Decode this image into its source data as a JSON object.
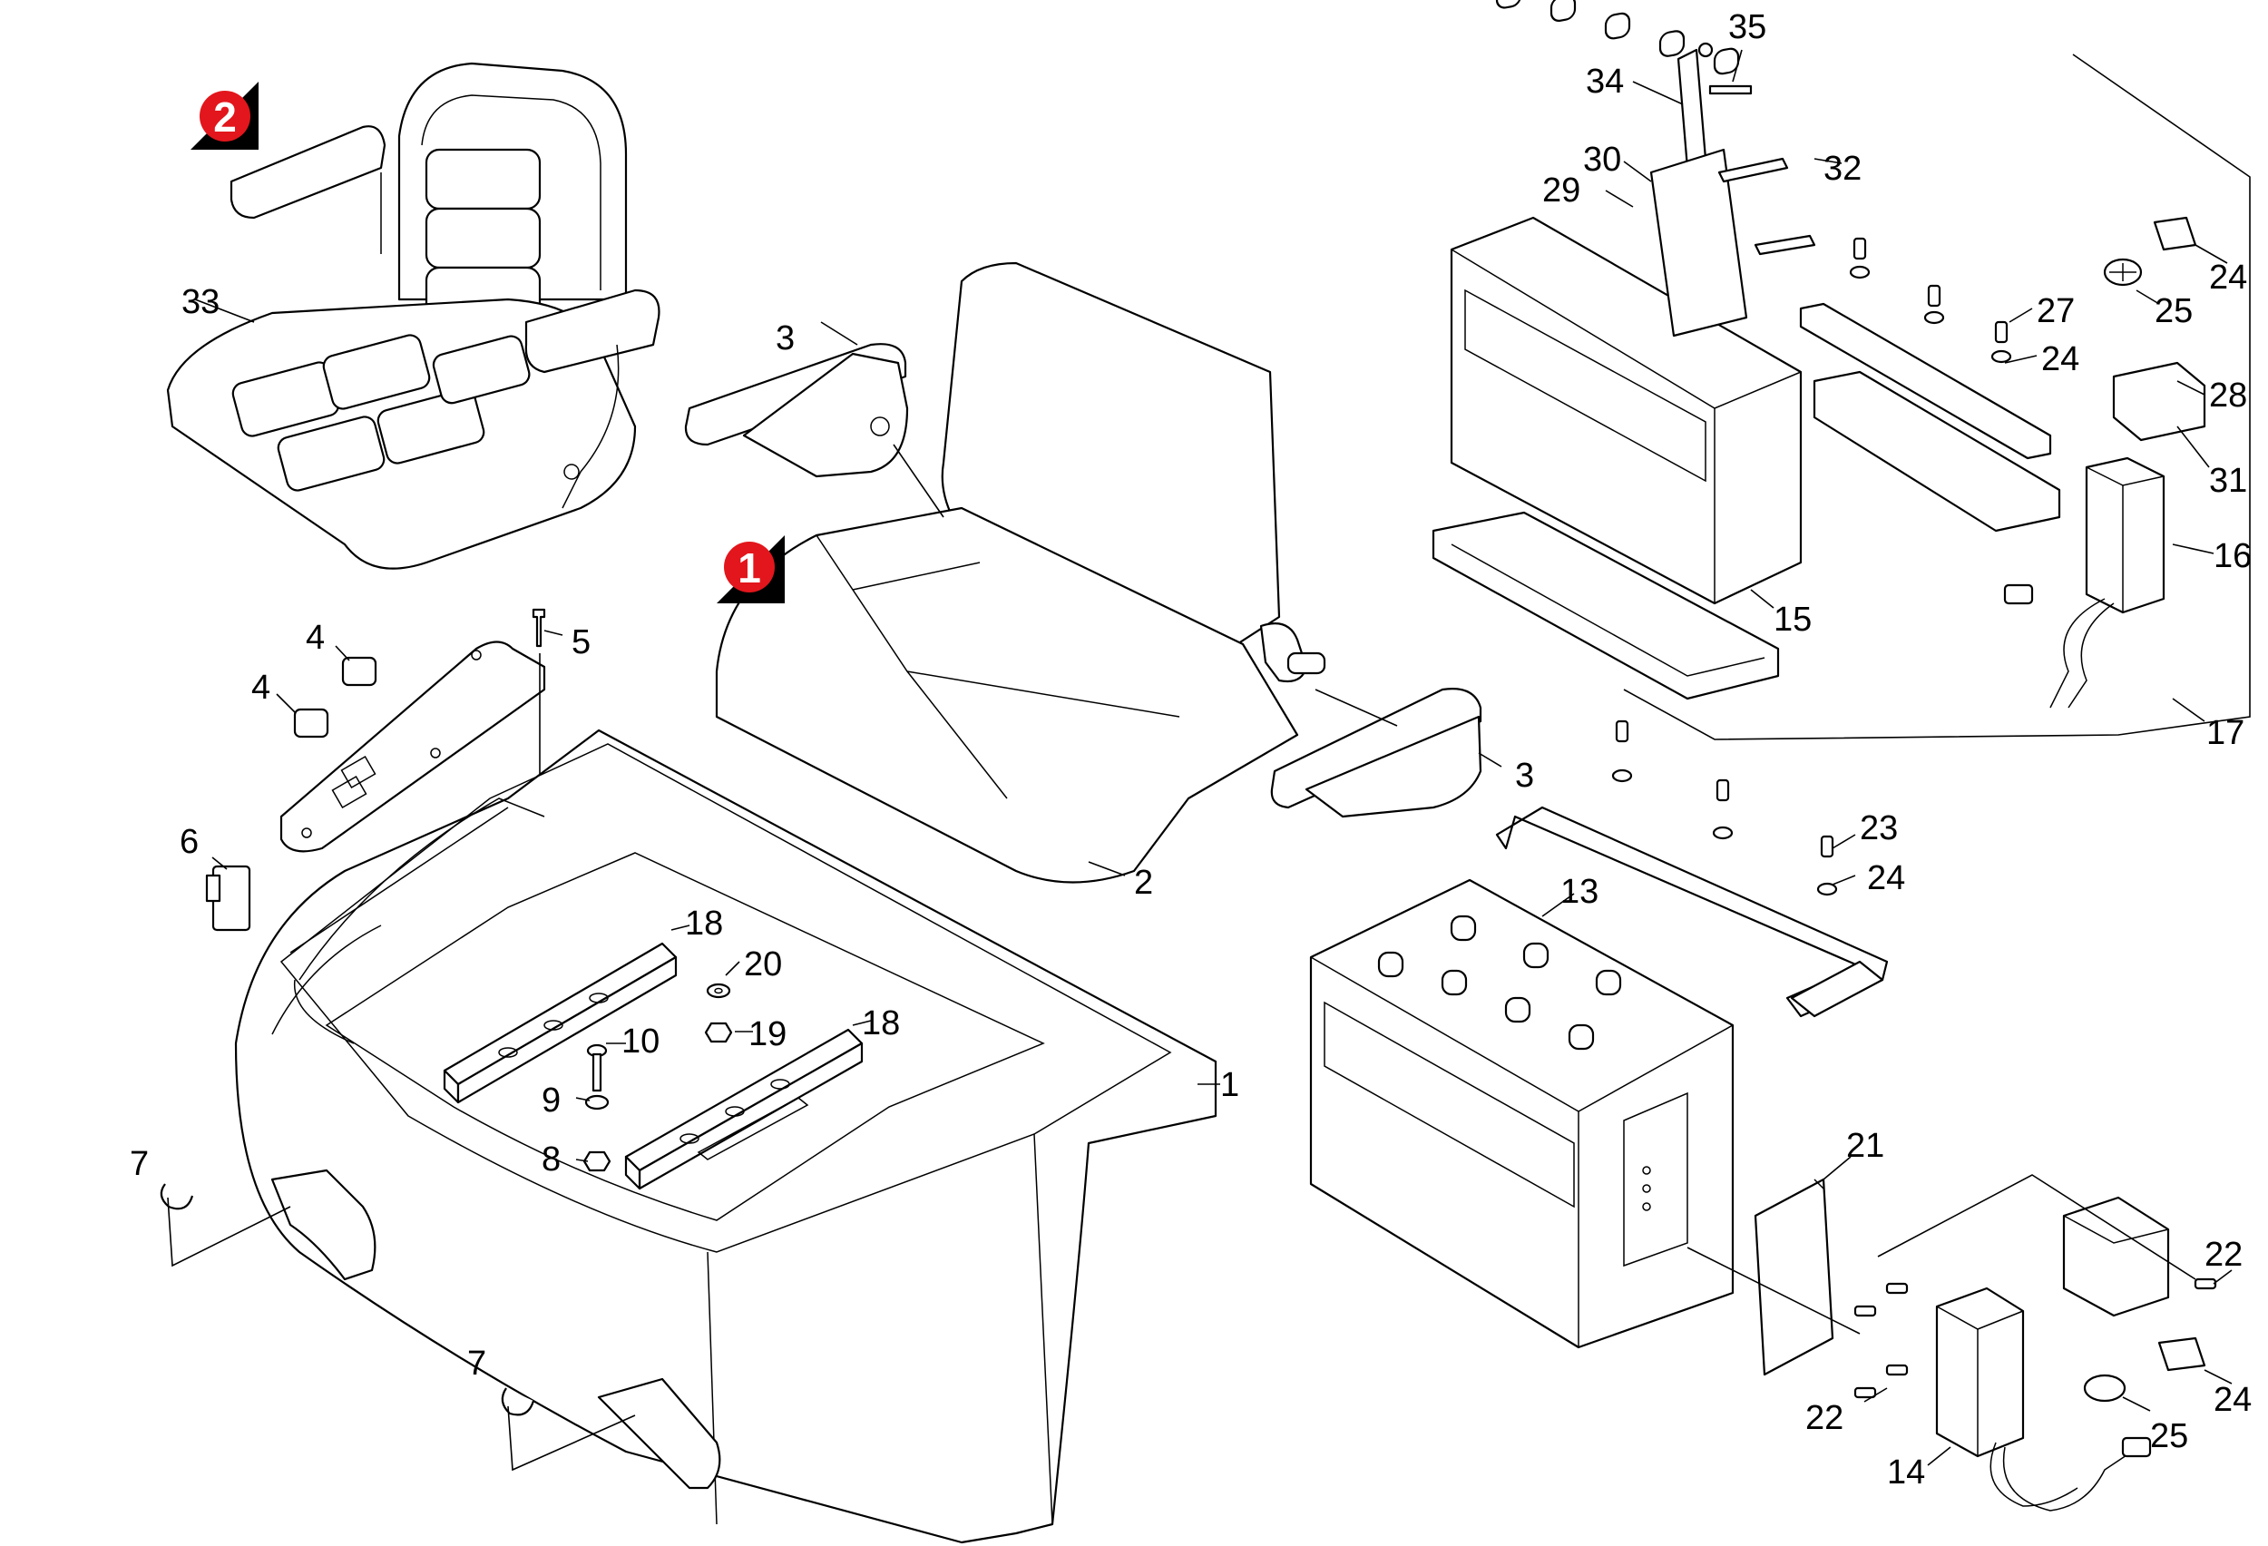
{
  "badges": [
    {
      "id": "badge-2",
      "text": "2",
      "color": "#e2161c"
    },
    {
      "id": "badge-1",
      "text": "1",
      "color": "#e2161c"
    }
  ],
  "labels": {
    "l35": "35",
    "l34": "34",
    "l30": "30",
    "l32": "32",
    "l29": "29",
    "l24a": "24",
    "l25a": "25",
    "l27": "27",
    "l24b": "24",
    "l28": "28",
    "l31": "31",
    "l16": "16",
    "l15": "15",
    "l17": "17",
    "l33": "33",
    "l3a": "3",
    "l3b": "3",
    "l2": "2",
    "l4a": "4",
    "l4b": "4",
    "l5": "5",
    "l6": "6",
    "l18a": "18",
    "l18b": "18",
    "l20": "20",
    "l19": "19",
    "l10": "10",
    "l9": "9",
    "l8": "8",
    "l1": "1",
    "l7a": "7",
    "l7b": "7",
    "l23": "23",
    "l24c": "24",
    "l13": "13",
    "l21": "21",
    "l22a": "22",
    "l22b": "22",
    "l24d": "24",
    "l25b": "25",
    "l14": "14"
  }
}
